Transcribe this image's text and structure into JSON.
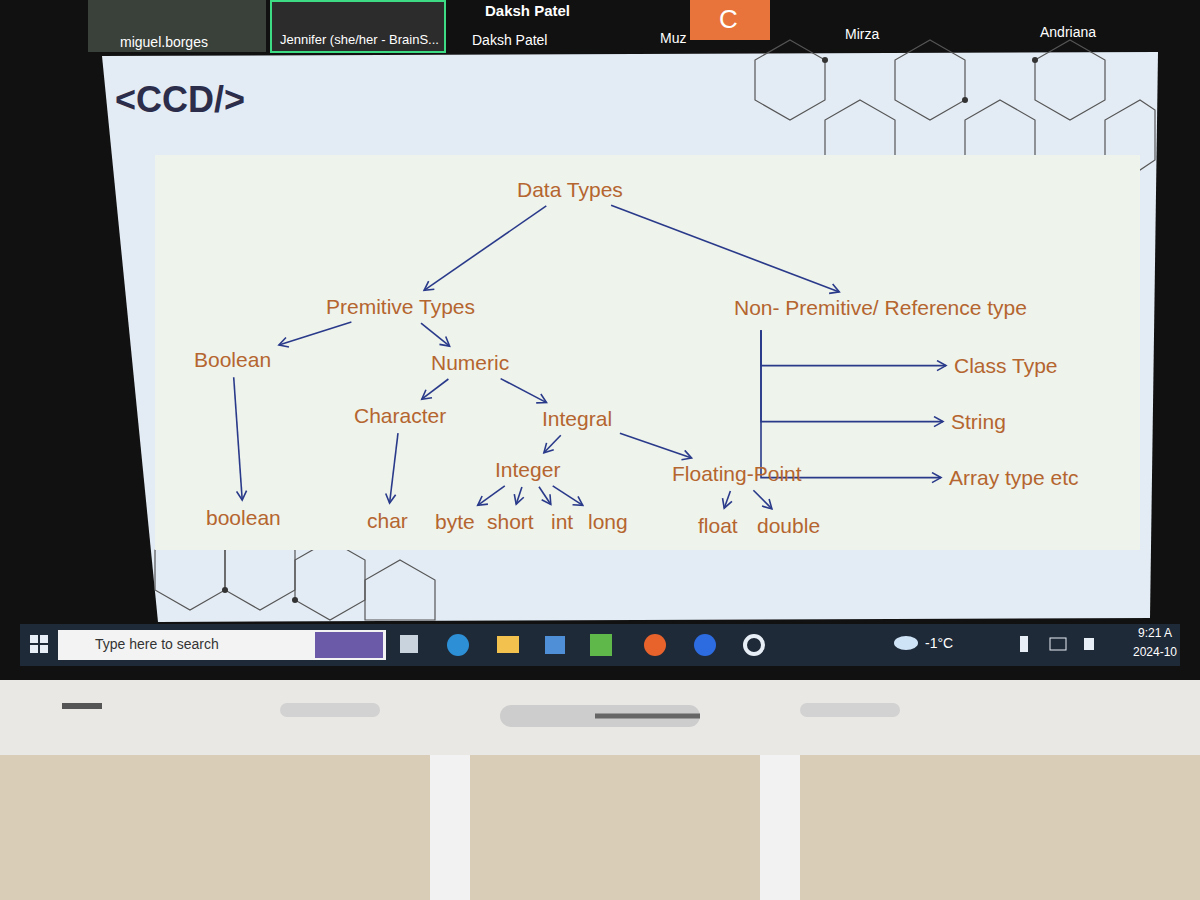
{
  "diagram": {
    "nodes": [
      {
        "text": [
          "Data Types"
        ]
      },
      {
        "text": [
          "Premitive Types"
        ]
      },
      {
        "text": [
          "Non- Premitive/ Reference type"
        ]
      },
      {
        "text": [
          "Boolean"
        ]
      },
      {
        "text": [
          "Numeric"
        ]
      },
      {
        "text": [
          "boolean"
        ]
      },
      {
        "text": [
          "Character"
        ]
      },
      {
        "text": [
          "Integral"
        ]
      },
      {
        "text": [
          "char"
        ]
      },
      {
        "text": [
          "Integer"
        ]
      },
      {
        "text": [
          "Floating-Point"
        ]
      },
      {
        "text": [
          "byte"
        ]
      },
      {
        "text": [
          "short"
        ]
      },
      {
        "text": [
          "int"
        ]
      },
      {
        "text": [
          "long"
        ]
      },
      {
        "text": [
          "float"
        ]
      },
      {
        "text": [
          "double"
        ]
      },
      {
        "text": [
          "Class Type"
        ]
      },
      {
        "text": [
          "String"
        ]
      },
      {
        "text": [
          "Array type etc"
        ]
      }
    ],
    "edges": [
      {
        "from": 0,
        "to": 1,
        "arrow": "to"
      },
      {
        "from": 0,
        "to": 2,
        "arrow": "to"
      },
      {
        "from": 1,
        "to": 3,
        "arrow": "to"
      },
      {
        "from": 1,
        "to": 4,
        "arrow": "to"
      },
      {
        "from": 3,
        "to": 5,
        "arrow": "to"
      },
      {
        "from": 4,
        "to": 6,
        "arrow": "to"
      },
      {
        "from": 4,
        "to": 7,
        "arrow": "to"
      },
      {
        "from": 6,
        "to": 8,
        "arrow": "to"
      },
      {
        "from": 7,
        "to": 9,
        "arrow": "to"
      },
      {
        "from": 7,
        "to": 10,
        "arrow": "to"
      },
      {
        "from": 9,
        "to": 11,
        "arrow": "to"
      },
      {
        "from": 9,
        "to": 12,
        "arrow": "to"
      },
      {
        "from": 9,
        "to": 13,
        "arrow": "to"
      },
      {
        "from": 9,
        "to": 14,
        "arrow": "to"
      },
      {
        "from": 10,
        "to": 15,
        "arrow": "to"
      },
      {
        "from": 10,
        "to": 16,
        "arrow": "to"
      },
      {
        "from": 2,
        "to": 17,
        "arrow": "to"
      },
      {
        "from": 2,
        "to": 18,
        "arrow": "to"
      },
      {
        "from": 2,
        "to": 19,
        "arrow": "to"
      }
    ],
    "labels": [
      "miguel.borges",
      "Jennifer (she/her - BrainS...",
      "Daksh Patel",
      "Daksh Patel",
      "C",
      "Muz",
      "Mirza",
      "Andriana",
      "<CCD/>",
      "Type here to search",
      "-1°C",
      "9:21 A",
      "2024-10"
    ]
  }
}
